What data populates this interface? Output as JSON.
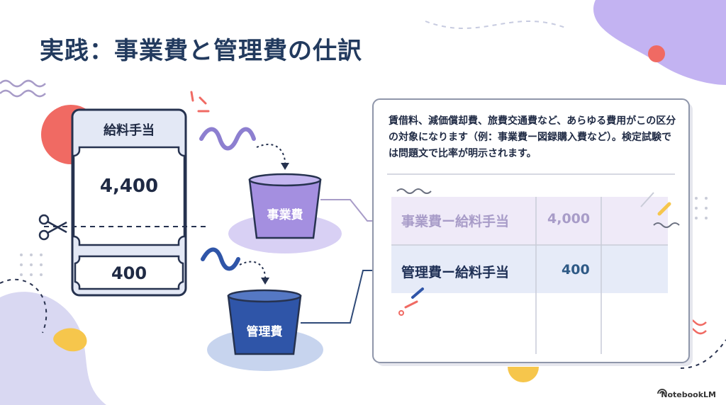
{
  "title": "実践：事業費と管理費の仕訳",
  "ticket": {
    "heading": "給料手当",
    "main_amount": "4,400",
    "sub_amount": "400"
  },
  "buckets": {
    "business": "事業費",
    "admin": "管理費"
  },
  "note": "賃借料、減価償却費、旅費交通費など、あらゆる費用がこの区分の対象になります（例：事業費ー図録購入費など）。検定試験では問題文で比率が明示されます。",
  "journal": {
    "rows": [
      {
        "account": "事業費ー給料手当",
        "amount": "4,000"
      },
      {
        "account": "管理費ー給料手当",
        "amount": "400"
      }
    ]
  },
  "brand": "NotebookLM",
  "colors": {
    "title": "#223a5e",
    "business_bucket": "#a48fe0",
    "admin_bucket": "#2f55a8",
    "coral": "#f06a63",
    "lavender_blob": "#b9a6f0",
    "yellow": "#f6c64c"
  },
  "icons": [
    "scissors-icon",
    "dotted-arrow-icon",
    "squiggle-icon"
  ]
}
